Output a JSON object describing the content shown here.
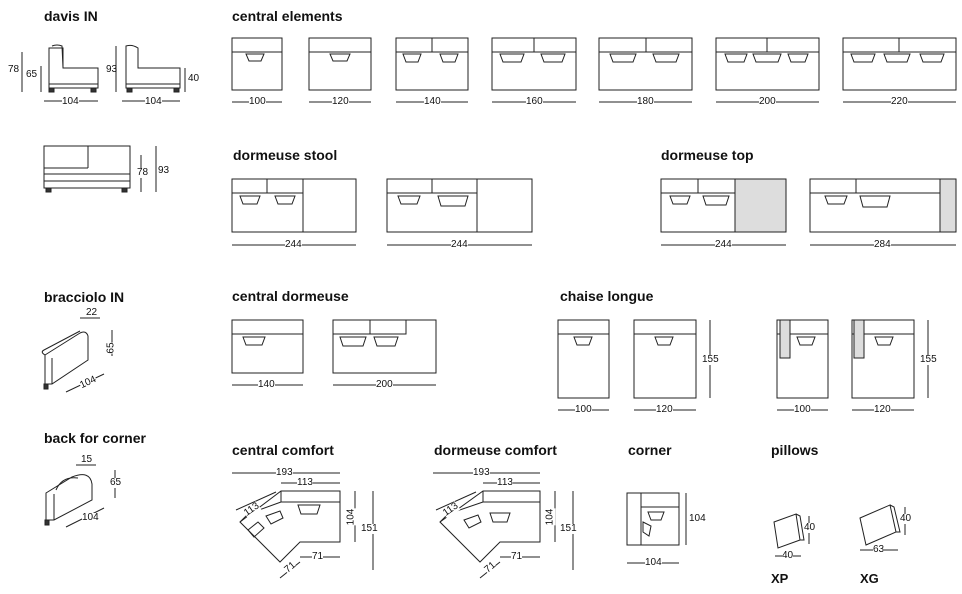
{
  "sections": {
    "davis_in": {
      "title": "davis IN",
      "dims": {
        "h78": "78",
        "h65": "65",
        "w104a": "104",
        "h93": "93",
        "w104b": "104",
        "h40": "40",
        "h78b": "78",
        "h93b": "93"
      }
    },
    "central_elements": {
      "title": "central elements",
      "widths": [
        "100",
        "120",
        "140",
        "160",
        "180",
        "200",
        "220"
      ]
    },
    "dormeuse_stool": {
      "title": "dormeuse stool",
      "widths": [
        "244",
        "244"
      ]
    },
    "dormeuse_top": {
      "title": "dormeuse top",
      "widths": [
        "244",
        "284"
      ]
    },
    "bracciolo_in": {
      "title": "bracciolo IN",
      "dims": {
        "d22": "22",
        "h65": "65",
        "w104": "104"
      }
    },
    "central_dormeuse": {
      "title": "central dormeuse",
      "widths": [
        "140",
        "200"
      ]
    },
    "chaise_longue": {
      "title": "chaise longue",
      "widths": [
        "100",
        "120",
        "100",
        "120"
      ],
      "depth": [
        "155",
        "155"
      ]
    },
    "back_for_corner": {
      "title": "back for corner",
      "dims": {
        "d15": "15",
        "h65": "65",
        "w104": "104"
      }
    },
    "central_comfort": {
      "title": "central comfort",
      "dims": {
        "d193": "193",
        "d113a": "113",
        "d113b": "113",
        "d104": "104",
        "d151": "151",
        "d71a": "71",
        "d71b": "71"
      }
    },
    "dormeuse_comfort": {
      "title": "dormeuse comfort",
      "dims": {
        "d193": "193",
        "d113a": "113",
        "d113b": "113",
        "d104": "104",
        "d151": "151",
        "d71a": "71",
        "d71b": "71"
      }
    },
    "corner": {
      "title": "corner",
      "dims": {
        "d104a": "104",
        "d104b": "104"
      }
    },
    "pillows": {
      "title": "pillows",
      "xp": {
        "label": "XP",
        "w": "40",
        "h": "40"
      },
      "xg": {
        "label": "XG",
        "w": "63",
        "h": "40"
      }
    }
  }
}
